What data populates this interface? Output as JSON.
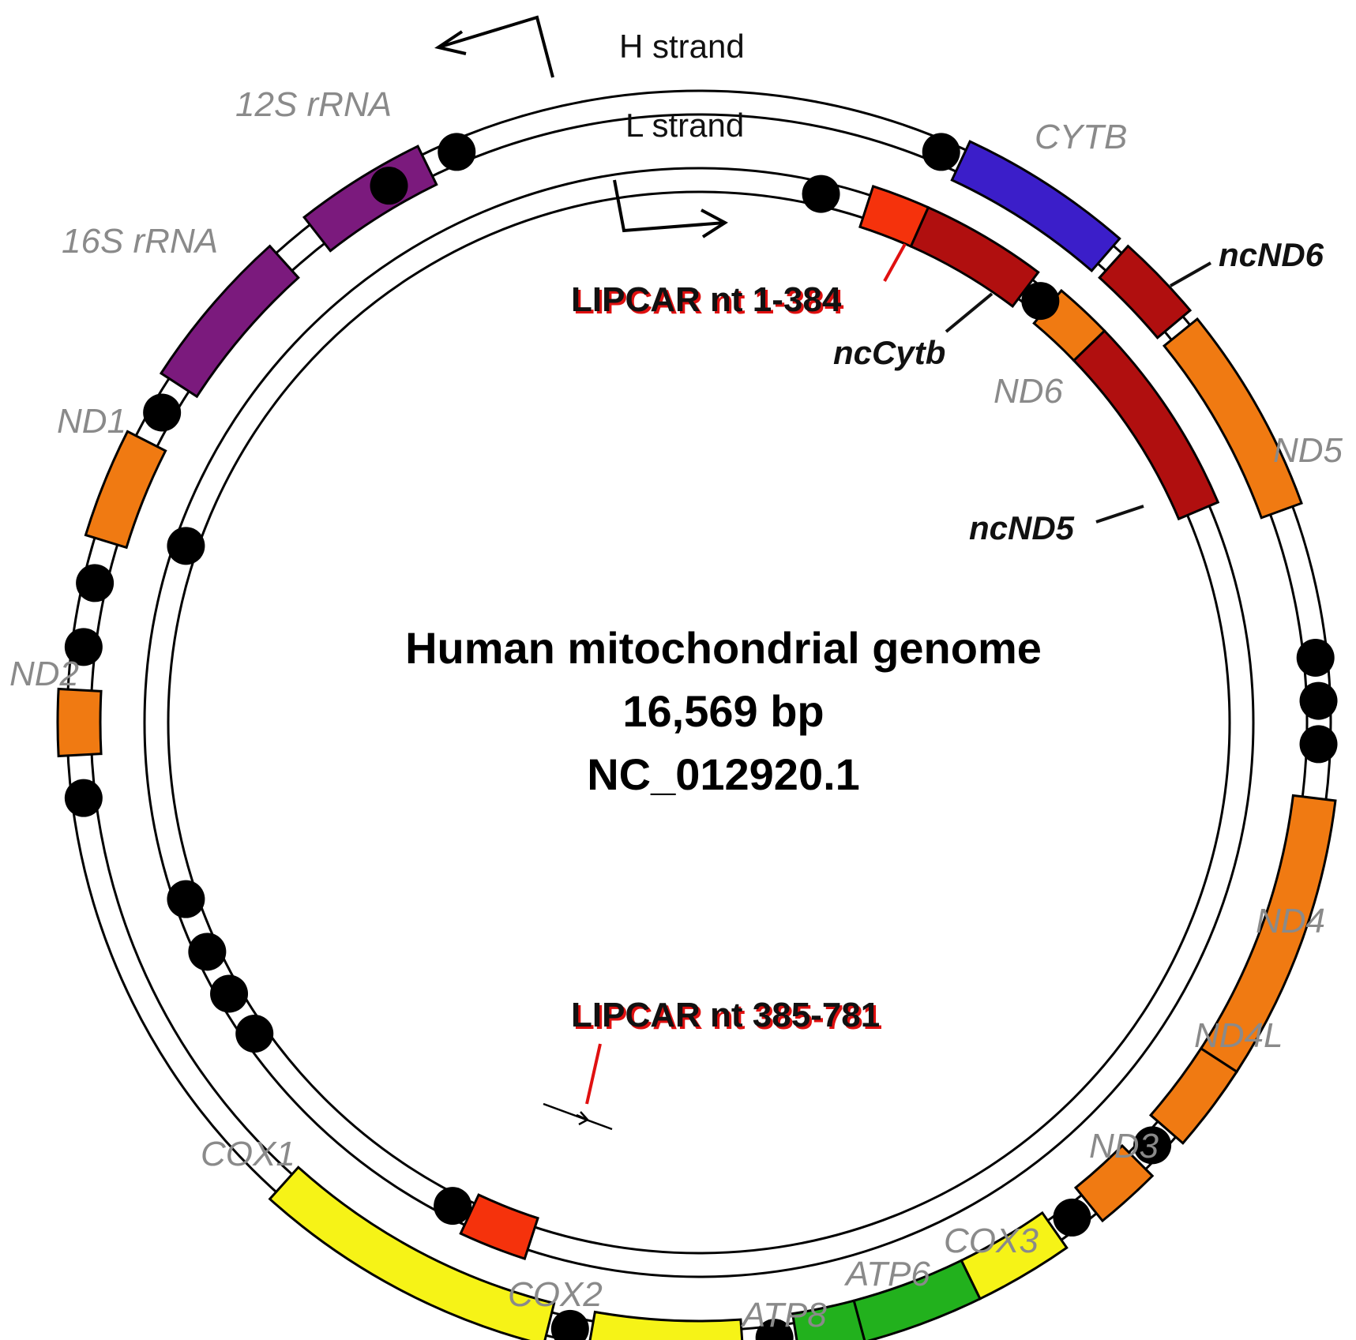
{
  "title": {
    "line1": "Human mitochondrial genome",
    "line2": "16,569 bp",
    "line3": "NC_012920.1"
  },
  "strands": {
    "h": "H strand",
    "l": "L strand"
  },
  "colors": {
    "rrna": "#7b1a7d",
    "nd": "#f07a12",
    "cox": "#f6f317",
    "atp": "#22b11d",
    "cytb": "#3b1ec9",
    "nc": "#b00f0f",
    "lipcar": "#f5320c",
    "lipcar_text": "#e01010",
    "gene_label": "#8a8a8a"
  },
  "genes": {
    "rrna12s": "12S rRNA",
    "rrna16s": "16S rRNA",
    "nd1": "ND1",
    "nd2": "ND2",
    "cox1": "COX1",
    "cox2": "COX2",
    "atp8": "ATP8",
    "atp6": "ATP6",
    "cox3": "COX3",
    "nd3": "ND3",
    "nd4l": "ND4L",
    "nd4": "ND4",
    "nd5": "ND5",
    "nd6": "ND6",
    "cytb": "CYTB"
  },
  "noncoding": {
    "ncnd6": "ncND6",
    "nccytb": "ncCytb",
    "ncnd5": "ncND5"
  },
  "lipcar": {
    "part1": "LIPCAR nt 1-384",
    "part2": "LIPCAR nt 385-781"
  }
}
